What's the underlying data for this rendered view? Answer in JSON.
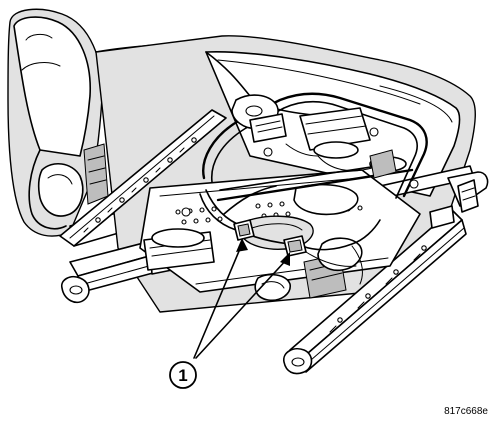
{
  "callout": {
    "number": "1",
    "targets": [
      "seat-wiring-connector-left",
      "seat-wiring-connector-right"
    ]
  },
  "figure_id": "817c668e"
}
